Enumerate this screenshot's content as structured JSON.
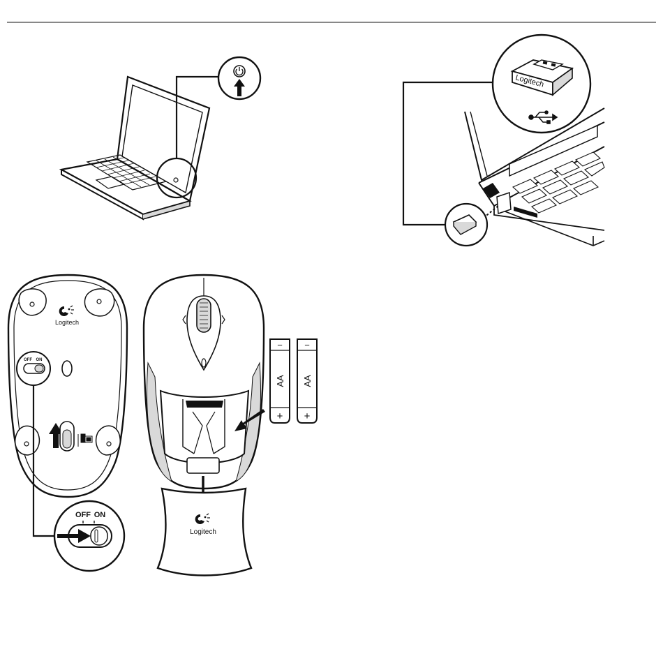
{
  "colors": {
    "ink": "#111111",
    "paper": "#ffffff",
    "shade": "#d9d9d9",
    "mid": "#9a9a9a"
  },
  "brand": {
    "logo_text": "Logitech",
    "receiver_label": "Logitech"
  },
  "switch_small": {
    "off_label": "OFF",
    "on_label": "ON"
  },
  "switch_large": {
    "off_label": "OFF",
    "on_label": "ON"
  },
  "battery_left": {
    "type_label": "AA",
    "minus_symbol": "−",
    "plus_symbol": "+"
  },
  "battery_right": {
    "type_label": "AA",
    "minus_symbol": "−",
    "plus_symbol": "+"
  },
  "icons": [
    "power-icon",
    "usb-icon",
    "logitech-logo-icon",
    "battery-compartment-icon",
    "arrow-up-icon",
    "arrow-right-icon",
    "arrow-down-icon"
  ]
}
